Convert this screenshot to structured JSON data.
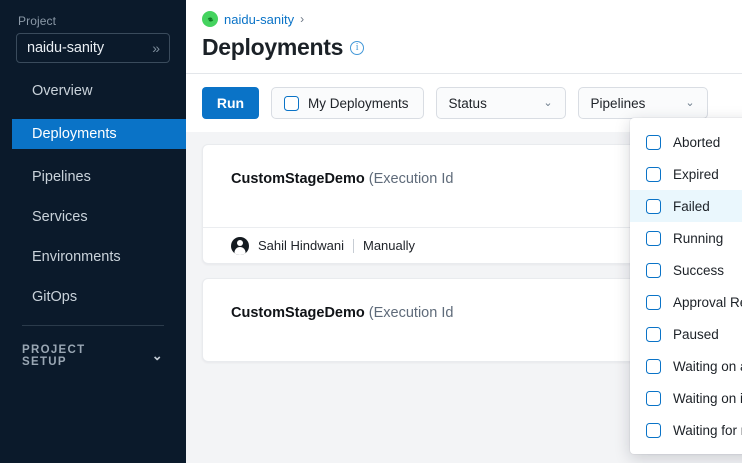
{
  "sidebar": {
    "project_label": "Project",
    "project_name": "naidu-sanity",
    "collapse_icon": "»",
    "nav_items": [
      {
        "label": "Overview",
        "active": false
      },
      {
        "label": "Deployments",
        "active": true
      },
      {
        "label": "Pipelines",
        "active": false
      },
      {
        "label": "Services",
        "active": false
      },
      {
        "label": "Environments",
        "active": false
      },
      {
        "label": "GitOps",
        "active": false
      }
    ],
    "project_setup": {
      "label": "PROJECT SETUP",
      "chevron": "⌄"
    }
  },
  "header": {
    "breadcrumb": {
      "icon": "project-icon",
      "link": "naidu-sanity",
      "separator": "›"
    },
    "title": "Deployments",
    "info_icon": "i"
  },
  "toolbar": {
    "run_label": "Run",
    "my_deployments_label": "My Deployments",
    "status_label": "Status",
    "pipelines_label": "Pipelines",
    "chevron": "⌄"
  },
  "status_dropdown": {
    "open": true,
    "highlighted": "Failed",
    "options": [
      "Aborted",
      "Expired",
      "Failed",
      "Running",
      "Success",
      "Approval Rejected",
      "Paused",
      "Waiting on approval",
      "Waiting on intervention",
      "Waiting for resources"
    ]
  },
  "deployment_cards": [
    {
      "name": "CustomStageDemo",
      "execution": "(Execution Id",
      "author": "Sahil Hindwani",
      "trigger": "Manually"
    },
    {
      "name": "CustomStageDemo",
      "execution": "(Execution Id",
      "author": "",
      "trigger": ""
    }
  ],
  "colors": {
    "accent": "#0a73c7",
    "sidebar_bg": "#0b1a2b",
    "page_bg": "#f3f4f6",
    "highlight_row": "#eaf7fd",
    "breadcrumb_icon": "#45d35f"
  }
}
